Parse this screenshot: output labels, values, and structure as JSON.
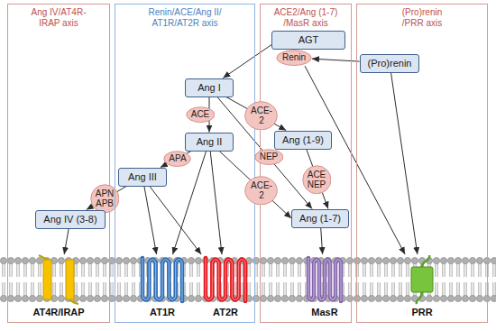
{
  "diagram": {
    "nodes": [
      {
        "text": [
          "Ang IV/AT4R- IRAP axis"
        ]
      },
      {
        "text": [
          "Renin/ACE/Ang II/ AT1R/AT2R axis"
        ]
      },
      {
        "text": [
          "ACE2/Ang (1-7) /MasR axis"
        ]
      },
      {
        "text": [
          "(Pro)renin /PRR axis"
        ]
      },
      {
        "text": [
          "AGT"
        ],
        "in": 2
      },
      {
        "text": [
          "Renin"
        ],
        "in": 2
      },
      {
        "text": [
          "(Pro)renin"
        ],
        "in": 3
      },
      {
        "text": [
          "Ang I"
        ],
        "in": 1
      },
      {
        "text": [
          "ACE"
        ],
        "in": 1
      },
      {
        "text": [
          "ACE-2"
        ],
        "in": 2
      },
      {
        "text": [
          "Ang II"
        ],
        "in": 1
      },
      {
        "text": [
          "Ang (1-9)"
        ],
        "in": 2
      },
      {
        "text": [
          "APA"
        ],
        "in": 1
      },
      {
        "text": [
          "NEP"
        ],
        "in": 2
      },
      {
        "text": [
          "Ang III"
        ],
        "in": 1
      },
      {
        "text": [
          "ACE NEP"
        ],
        "in": 2
      },
      {
        "text": [
          "ACE-2"
        ],
        "in": 2
      },
      {
        "text": [
          "APN APB"
        ],
        "in": 0
      },
      {
        "text": [
          "Ang IV (3-8)"
        ],
        "in": 0
      },
      {
        "text": [
          "Ang (1-7)"
        ],
        "in": 2
      },
      {
        "text": [
          "AT4R/IRAP"
        ],
        "in": 0
      },
      {
        "text": [
          "AT1R"
        ],
        "in": 1
      },
      {
        "text": [
          "AT2R"
        ],
        "in": 1
      },
      {
        "text": [
          "MasR"
        ],
        "in": 2
      },
      {
        "text": [
          "PRR"
        ],
        "in": 3
      }
    ],
    "edges": [
      {
        "from": 4,
        "to": 7,
        "arrow": "to"
      },
      {
        "from": 6,
        "to": 5,
        "arrow": "to"
      },
      {
        "from": 5,
        "to": 24,
        "arrow": "to"
      },
      {
        "from": 6,
        "to": 24,
        "arrow": "to"
      },
      {
        "from": 7,
        "to": 10,
        "arrow": "to"
      },
      {
        "from": 7,
        "to": 11,
        "arrow": "to"
      },
      {
        "from": 7,
        "to": 19,
        "arrow": "to"
      },
      {
        "from": 10,
        "to": 14,
        "arrow": "to"
      },
      {
        "from": 10,
        "to": 19,
        "arrow": "to"
      },
      {
        "from": 11,
        "to": 19,
        "arrow": "to"
      },
      {
        "from": 14,
        "to": 18,
        "arrow": "to"
      },
      {
        "from": 10,
        "to": 21,
        "arrow": "to"
      },
      {
        "from": 10,
        "to": 22,
        "arrow": "to"
      },
      {
        "from": 14,
        "to": 21,
        "arrow": "to"
      },
      {
        "from": 14,
        "to": 22,
        "arrow": "to"
      },
      {
        "from": 18,
        "to": 20,
        "arrow": "to"
      },
      {
        "from": 19,
        "to": 23,
        "arrow": "to"
      }
    ]
  }
}
